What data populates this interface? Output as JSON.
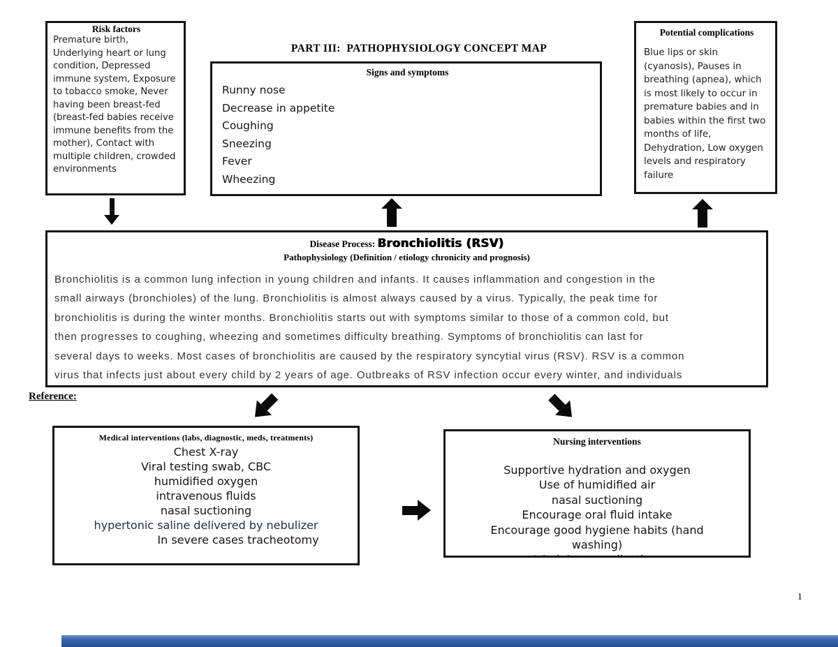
{
  "page": {
    "title": "PART III:  PATHOPHYSIOLOGY CONCEPT MAP",
    "reference_label": "Reference:",
    "page_number": "1"
  },
  "risk_factors": {
    "title": "Risk factors",
    "text": "Premature birth, Underlying heart or lung condition, Depressed immune system, Exposure to tobacco smoke, Never having been breast-fed (breast-fed babies receive immune benefits from the mother), Contact with multiple children, crowded environments"
  },
  "signs_symptoms": {
    "title": "Signs and symptoms",
    "items": [
      "Runny nose",
      "Decrease in appetite",
      "Coughing",
      "Sneezing",
      "Fever",
      "Wheezing"
    ]
  },
  "complications": {
    "title": "Potential complications",
    "text": " Blue lips or skin (cyanosis), Pauses in breathing (apnea), which is most likely to occur in premature babies and in babies within the first two months of life, Dehydration, Low oxygen levels and respiratory failure"
  },
  "disease": {
    "label": "Disease Process: ",
    "name": "Bronchiolitis (RSV)",
    "subtitle": "Pathophysiology (Definition / etiology chronicity and prognosis)",
    "paragraph_lines": [
      "Bronchiolitis is a common lung infection in young children and infants. It causes inflammation and congestion in the",
      "small airways (bronchioles) of the lung. Bronchiolitis is almost always caused by a virus. Typically, the peak time for",
      "bronchiolitis is during the winter months. Bronchiolitis starts out with symptoms similar to those of a common cold, but",
      "then progresses to coughing, wheezing and sometimes difficulty breathing. Symptoms of bronchiolitis can last for",
      "several days to weeks. Most cases of bronchiolitis are caused by the respiratory syncytial virus (RSV). RSV is a common",
      "virus that infects just about every child by 2 years of age. Outbreaks of RSV infection occur every winter, and individuals"
    ]
  },
  "medical_interventions": {
    "title": "Medical interventions (labs, diagnostic, meds, treatments)",
    "items": [
      "Chest X-ray",
      "Viral testing swab, CBC",
      "humidified oxygen",
      "intravenous fluids",
      "nasal suctioning",
      "hypertonic saline delivered by nebulizer",
      "In severe cases tracheotomy"
    ],
    "highlight_color": "#1f2c52"
  },
  "nursing_interventions": {
    "title": "Nursing interventions",
    "items": [
      "Supportive hydration and oxygen",
      "Use of humidified air",
      "nasal suctioning",
      "Encourage oral fluid intake",
      "Encourage good hygiene habits (hand washing)",
      "Administer medications"
    ]
  },
  "colors": {
    "border": "#141414",
    "arrow": "#0a0a0a",
    "navy_text": "#1f2c52",
    "bottom_bar_blue": "#2c54a0"
  }
}
